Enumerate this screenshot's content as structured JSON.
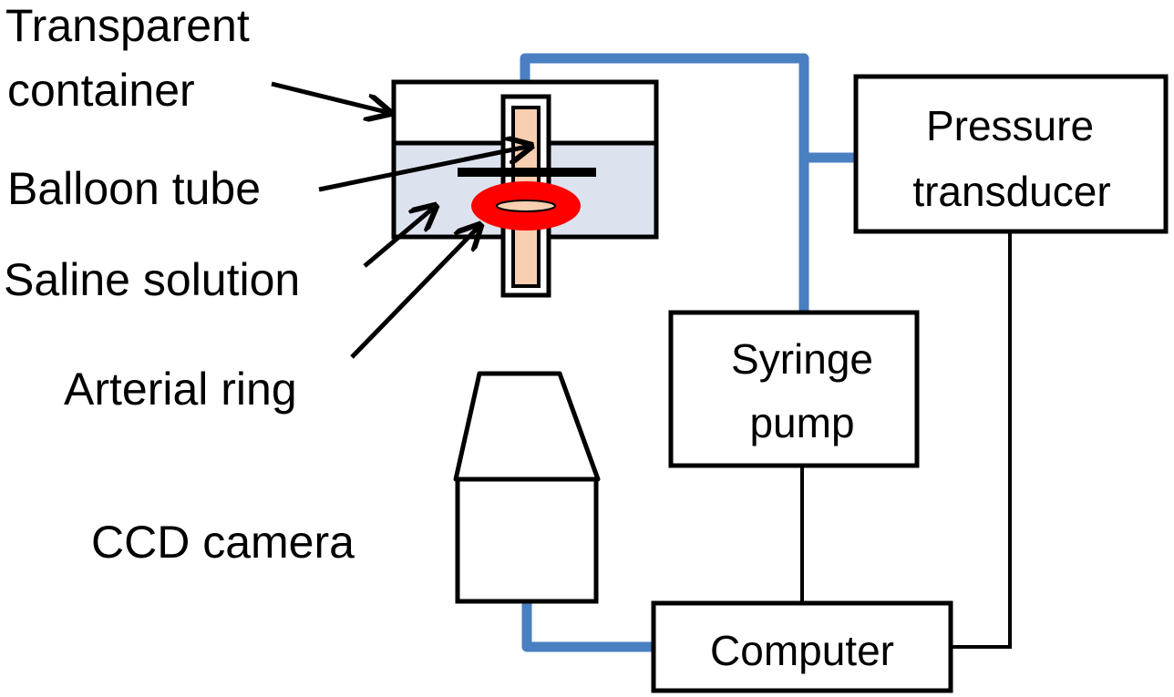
{
  "labels": {
    "transparent_container": [
      "Transparent",
      "container"
    ],
    "balloon_tube": "Balloon tube",
    "saline_solution": "Saline solution",
    "arterial_ring": "Arterial ring",
    "ccd_camera": "CCD camera"
  },
  "boxes": {
    "pressure_transducer": [
      "Pressure",
      "transducer"
    ],
    "syringe_pump": [
      "Syringe",
      "pump"
    ],
    "computer": "Computer"
  },
  "colors": {
    "tubing": "#4a7fc1",
    "saline": "#dde3ee",
    "balloon": "#f8cfb0",
    "ring": "#ff0000",
    "line": "#000000"
  }
}
